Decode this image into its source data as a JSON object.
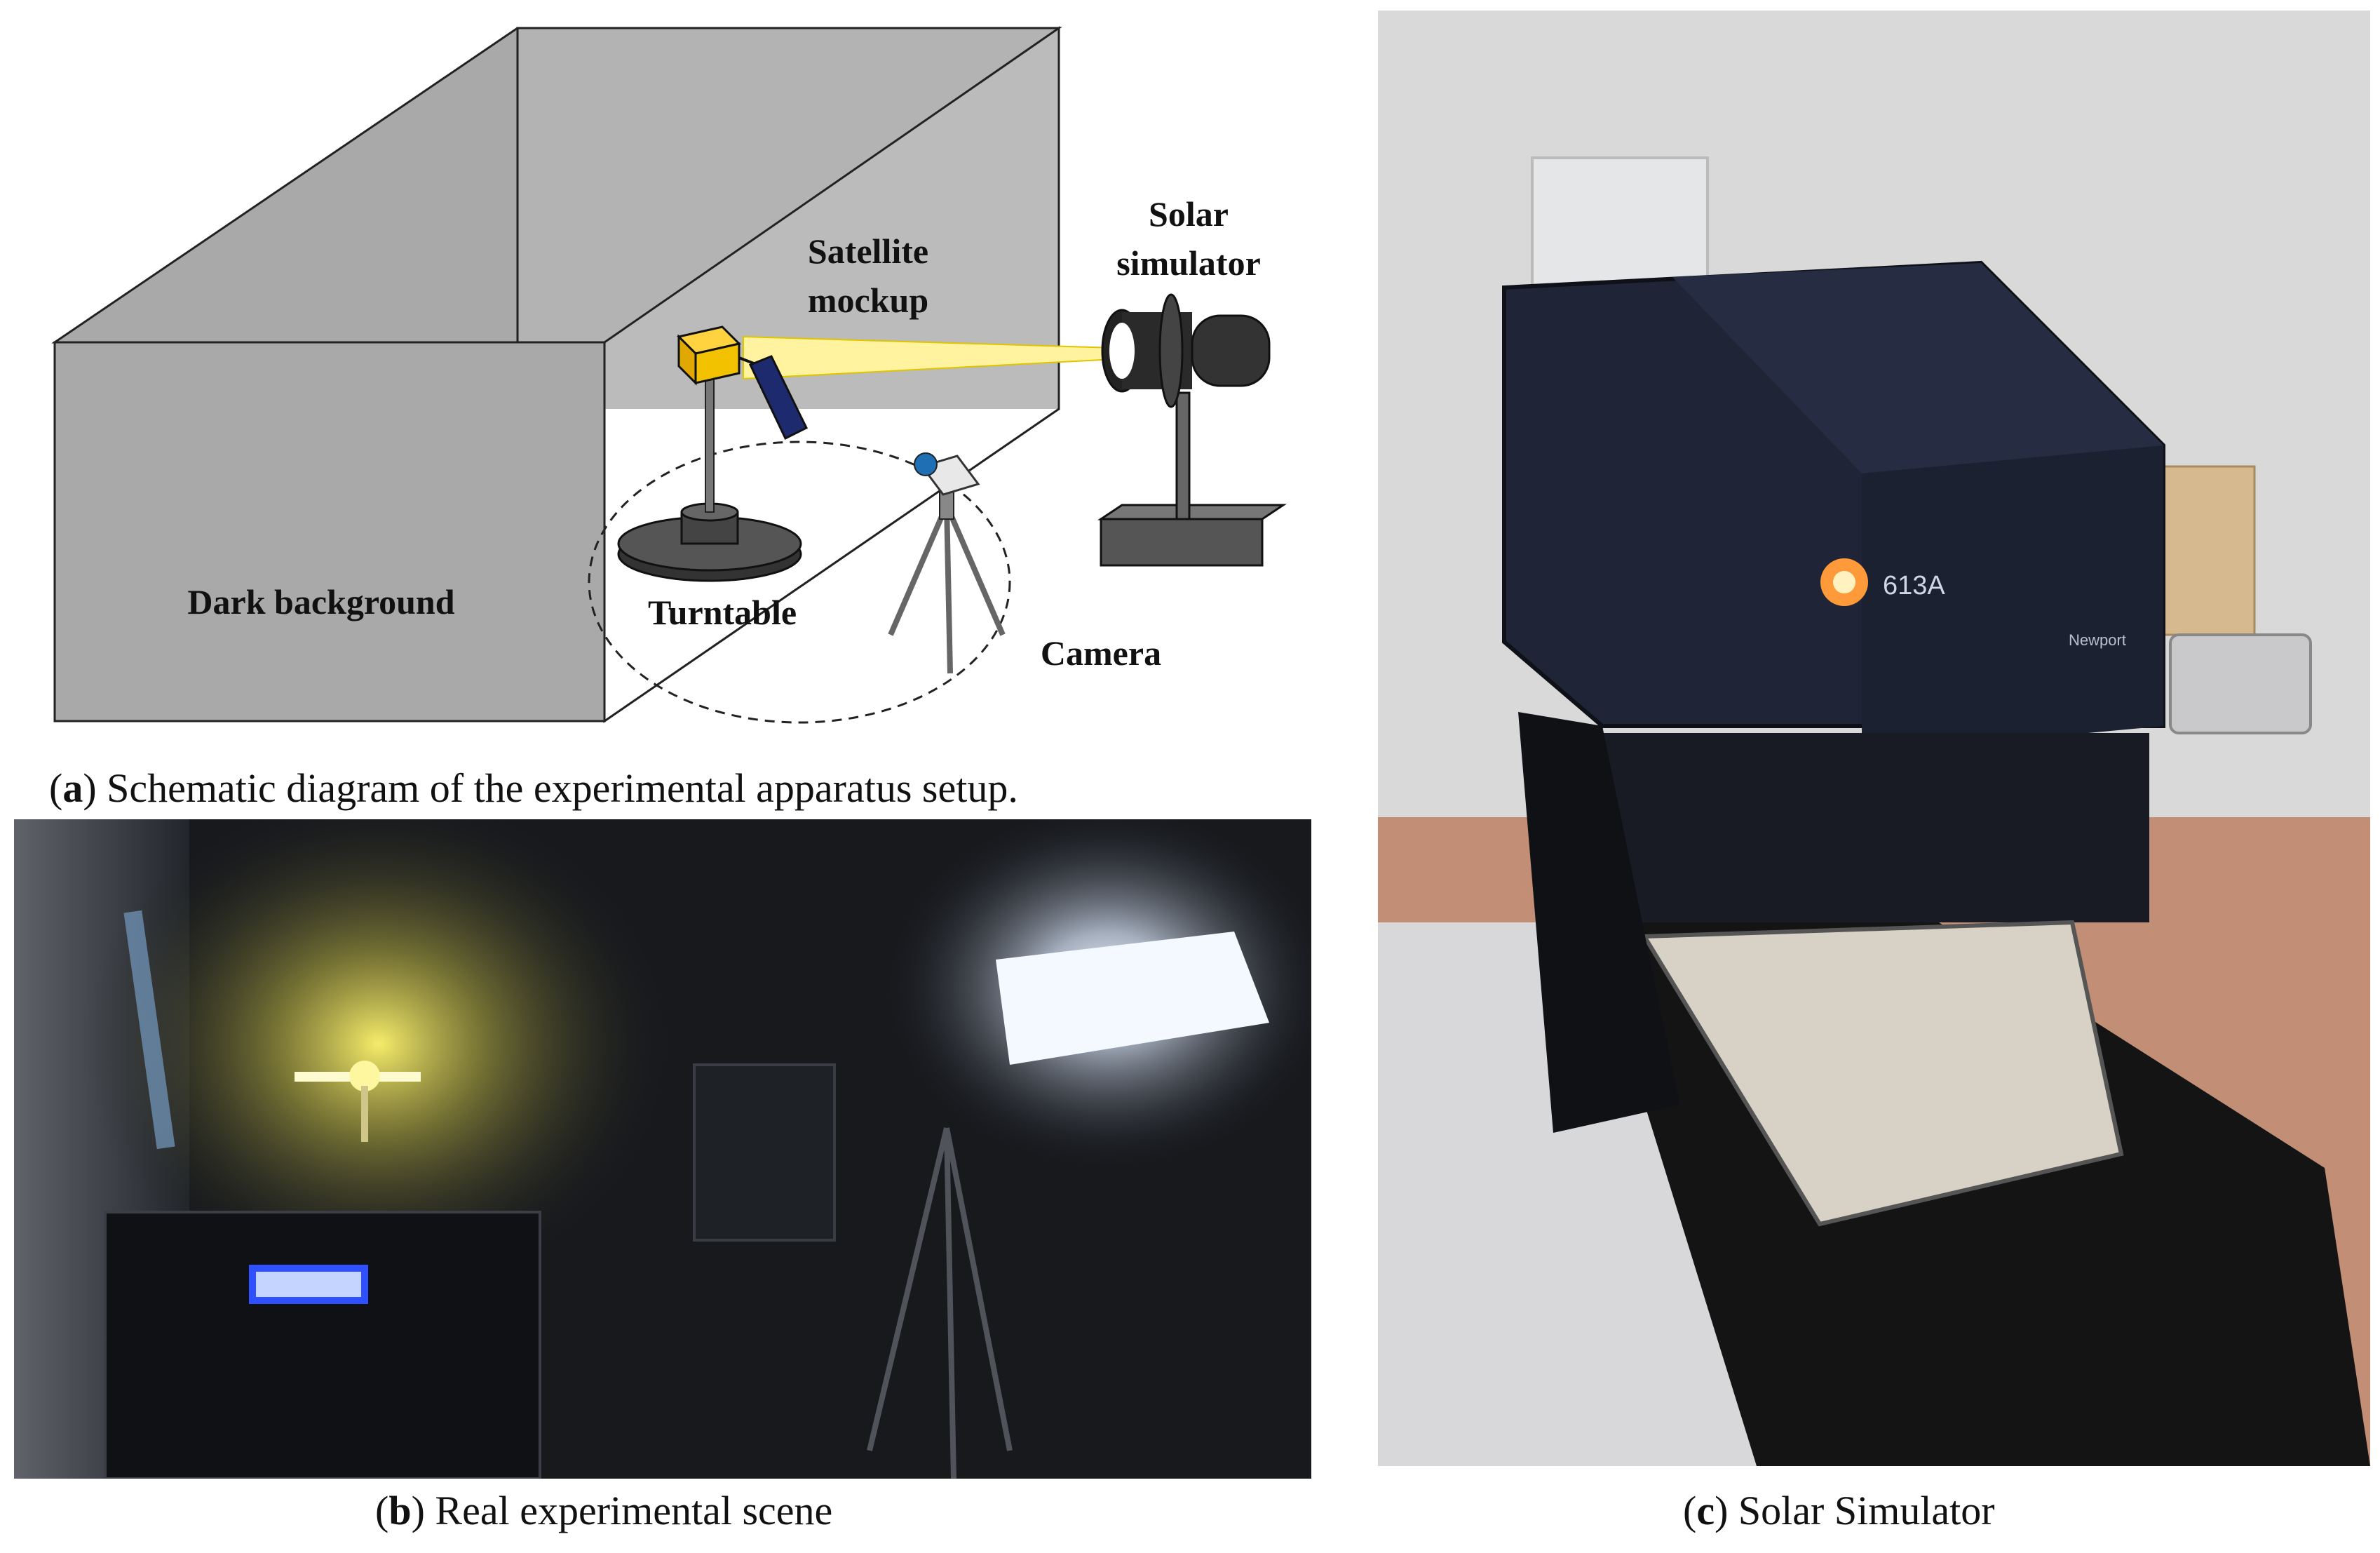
{
  "diagram": {
    "labels": {
      "solar_line1": "Solar",
      "solar_line2": "simulator",
      "satellite_line1": "Satellite",
      "satellite_line2": "mockup",
      "dark_background": "Dark background",
      "turntable": "Turntable",
      "camera": "Camera"
    }
  },
  "captions": {
    "a": {
      "letter": "a",
      "text": " Schematic diagram of the experimental apparatus setup."
    },
    "b": {
      "letter": "b",
      "text": " Real experimental scene"
    },
    "c": {
      "letter": "c",
      "text": " Solar Simulator"
    }
  },
  "photo_c": {
    "label_model": "613A",
    "label_brand": "Newport"
  },
  "colors": {
    "wall": "#a9a9a9",
    "satellite_body": "#f2c200",
    "solar_panel": "#1e2a6e",
    "beam": "#fff3a0",
    "simulator_body": "#1f2536"
  }
}
